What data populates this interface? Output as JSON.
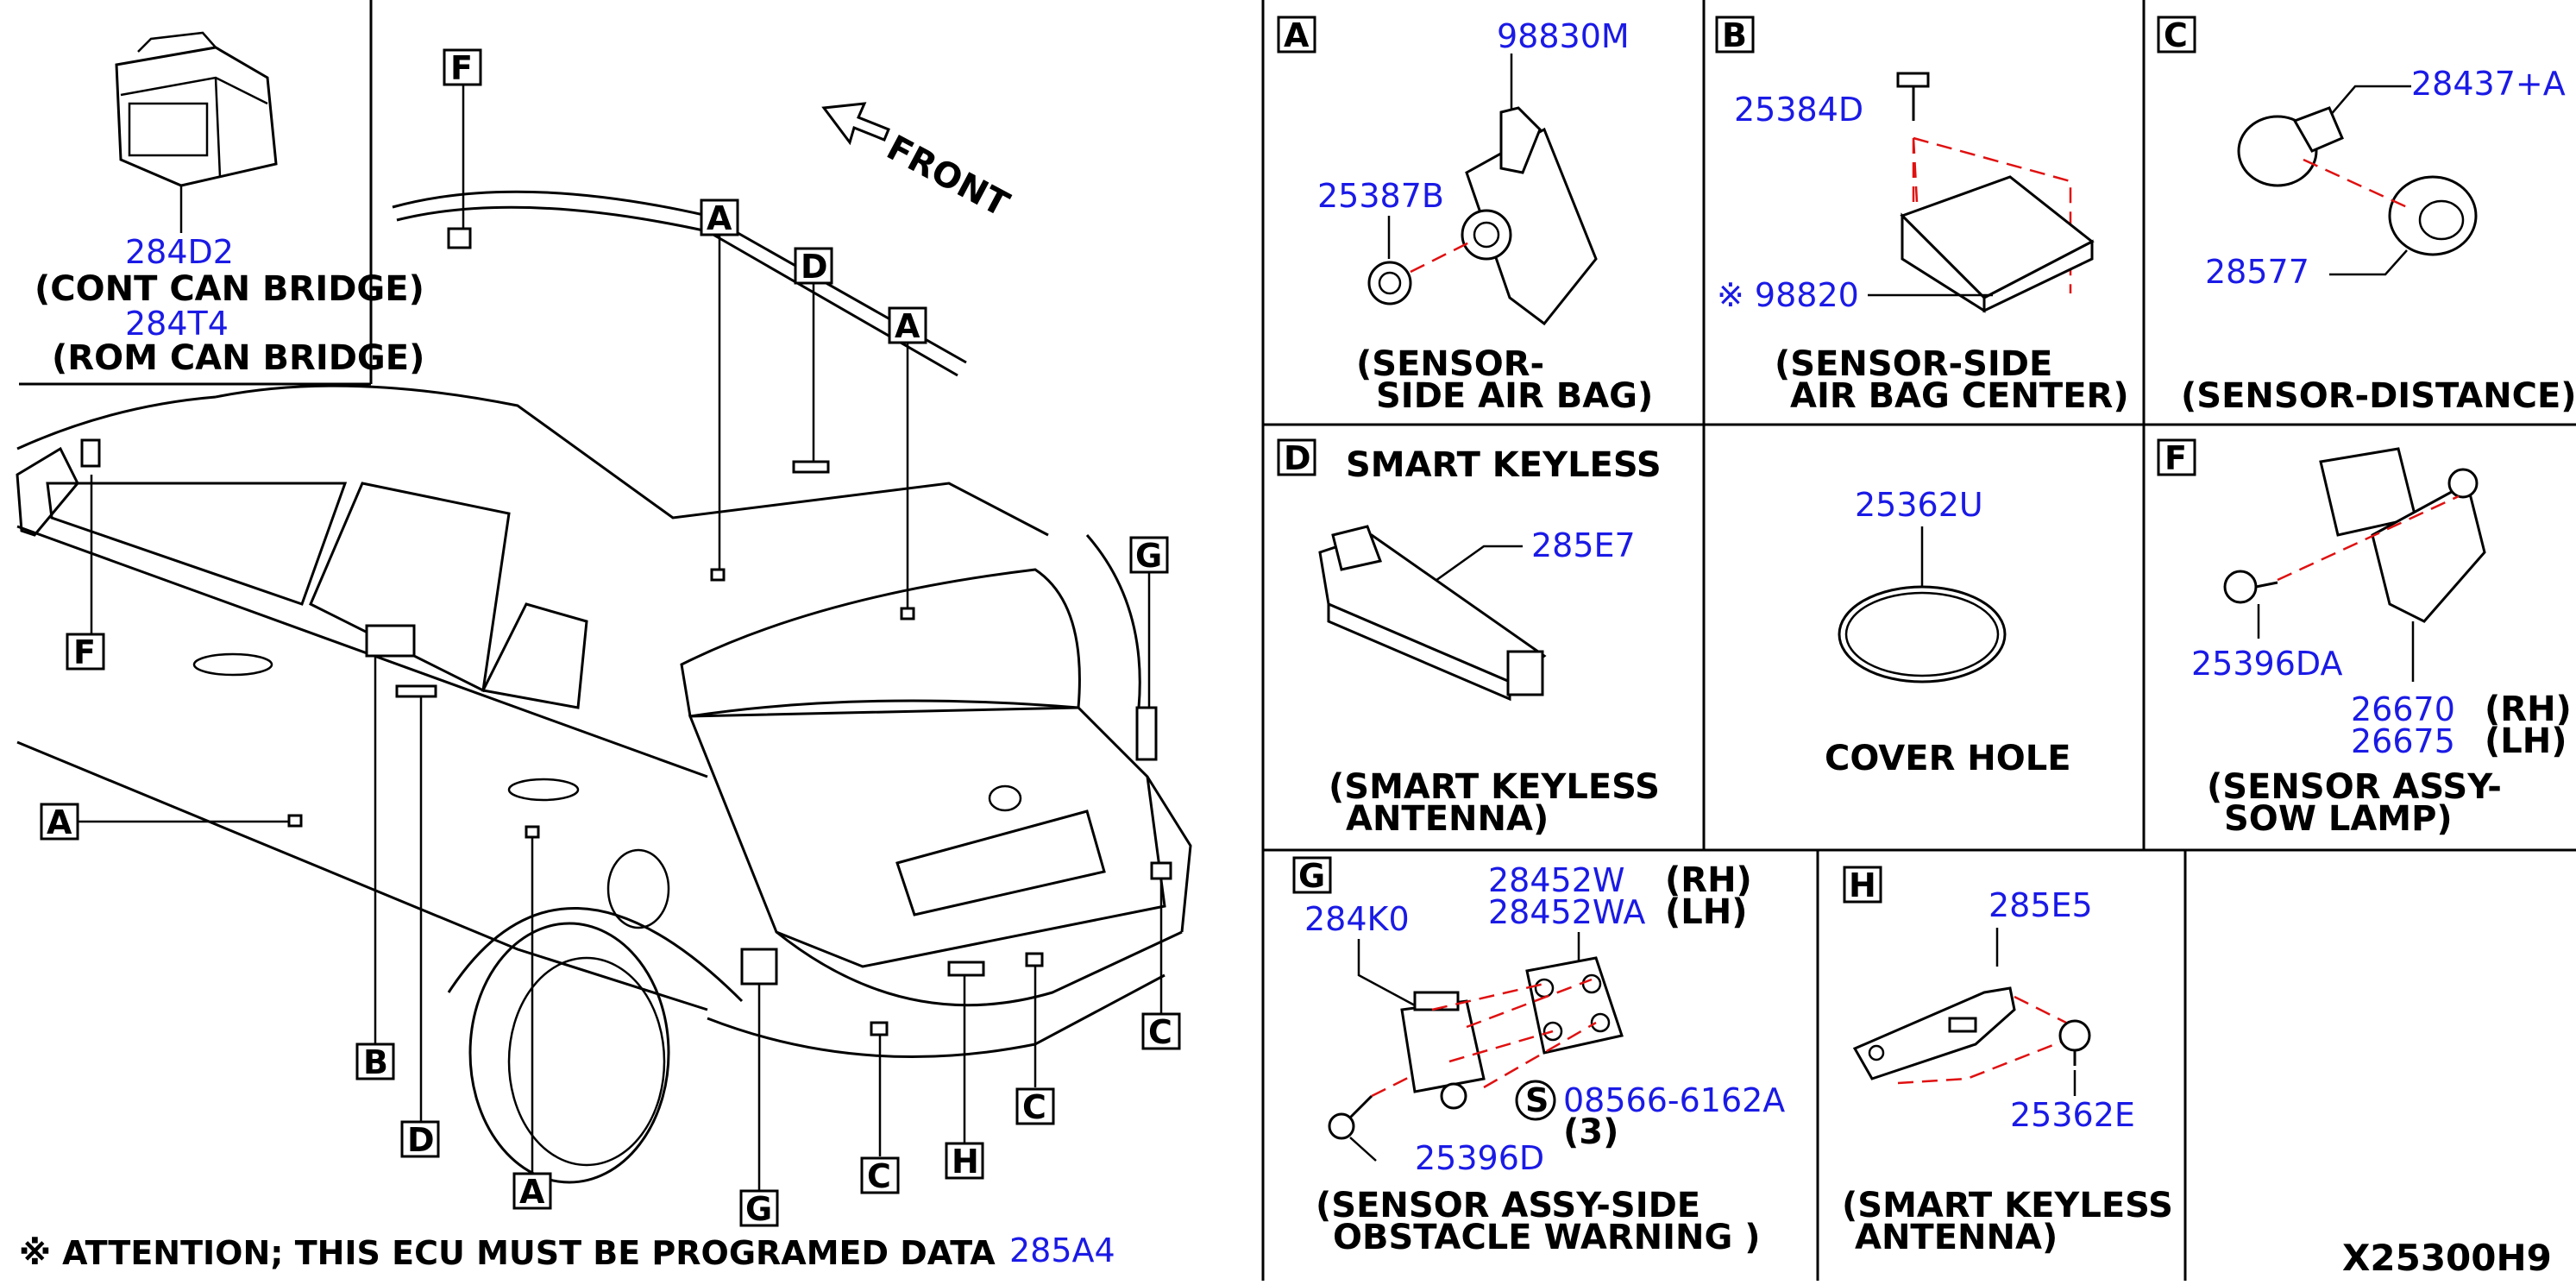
{
  "overview": {
    "front_label": "FRONT",
    "bridge": {
      "part1": "284D2",
      "name1": "(CONT CAN BRIDGE)",
      "part2": "284T4",
      "name2": "(ROM CAN BRIDGE)"
    },
    "callouts": {
      "f_top": "F",
      "a_top": "A",
      "d_top": "D",
      "a_mid": "A",
      "g_right": "G",
      "f_left": "F",
      "a_left": "A",
      "b_low": "B",
      "d_low": "D",
      "a_low": "A",
      "g_low": "G",
      "c_low1": "C",
      "h_low": "H",
      "c_low2": "C",
      "c_right": "C"
    },
    "attention": "※ ATTENTION; THIS ECU MUST BE PROGRAMED DATA",
    "bottom_part": "285A4"
  },
  "panels": {
    "a": {
      "letter": "A",
      "p1": "98830M",
      "p2": "25387B",
      "title1": "(SENSOR-",
      "title2": "SIDE AIR BAG)"
    },
    "b": {
      "letter": "B",
      "p1": "25384D",
      "p2": "※ 98820",
      "title1": "(SENSOR-SIDE",
      "title2": "AIR BAG CENTER)"
    },
    "c": {
      "letter": "C",
      "p1": "28437+A",
      "p2": "28577",
      "title1": "(SENSOR-DISTANCE)"
    },
    "d": {
      "letter": "D",
      "header": "SMART KEYLESS",
      "p1": "285E7",
      "title1": "(SMART KEYLESS",
      "title2": "ANTENNA)"
    },
    "e": {
      "p1": "25362U",
      "title1": "COVER HOLE"
    },
    "f": {
      "letter": "F",
      "p1": "25396DA",
      "p2": "26670",
      "p2side": "(RH)",
      "p3": "26675",
      "p3side": "(LH)",
      "title1": "(SENSOR ASSY-",
      "title2": "SOW LAMP)"
    },
    "g": {
      "letter": "G",
      "p1": "28452W",
      "p1side": "(RH)",
      "p2": "28452WA",
      "p2side": "(LH)",
      "p3": "284K0",
      "p4": "08566-6162A",
      "p4qty": "(3)",
      "p5": "25396D",
      "s_mark": "S",
      "title1": "(SENSOR ASSY-SIDE",
      "title2": "OBSTACLE WARNING )"
    },
    "h": {
      "letter": "H",
      "p1": "285E5",
      "p2": "25362E",
      "title1": "(SMART KEYLESS",
      "title2": "ANTENNA)"
    }
  },
  "diagram_code": "X25300H9"
}
